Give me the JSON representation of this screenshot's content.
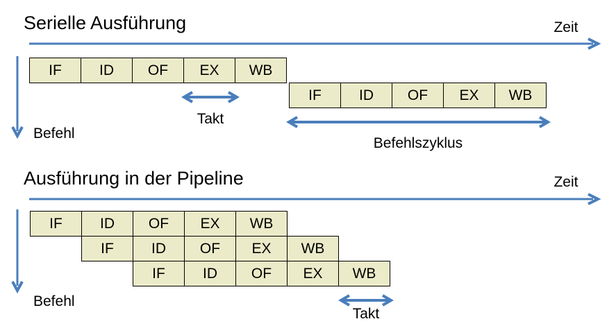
{
  "colors": {
    "arrow": "#4A7EBB",
    "box_fill": "#EBEBC9",
    "box_border": "#000000",
    "text": "#000000",
    "background": "#FFFFFF"
  },
  "serial": {
    "title": "Serielle Ausführung",
    "time_label": "Zeit",
    "befehl_label": "Befehl",
    "takt_label": "Takt",
    "zyklus_label": "Befehlszyklus",
    "rows": [
      {
        "stages": [
          "IF",
          "ID",
          "OF",
          "EX",
          "WB"
        ]
      },
      {
        "stages": [
          "IF",
          "ID",
          "OF",
          "EX",
          "WB"
        ]
      }
    ]
  },
  "pipeline": {
    "title": "Ausführung in der Pipeline",
    "time_label": "Zeit",
    "befehl_label": "Befehl",
    "takt_label": "Takt",
    "rows": [
      {
        "stages": [
          "IF",
          "ID",
          "OF",
          "EX",
          "WB"
        ]
      },
      {
        "stages": [
          "IF",
          "ID",
          "OF",
          "EX",
          "WB"
        ]
      },
      {
        "stages": [
          "IF",
          "ID",
          "OF",
          "EX",
          "WB"
        ]
      }
    ]
  }
}
